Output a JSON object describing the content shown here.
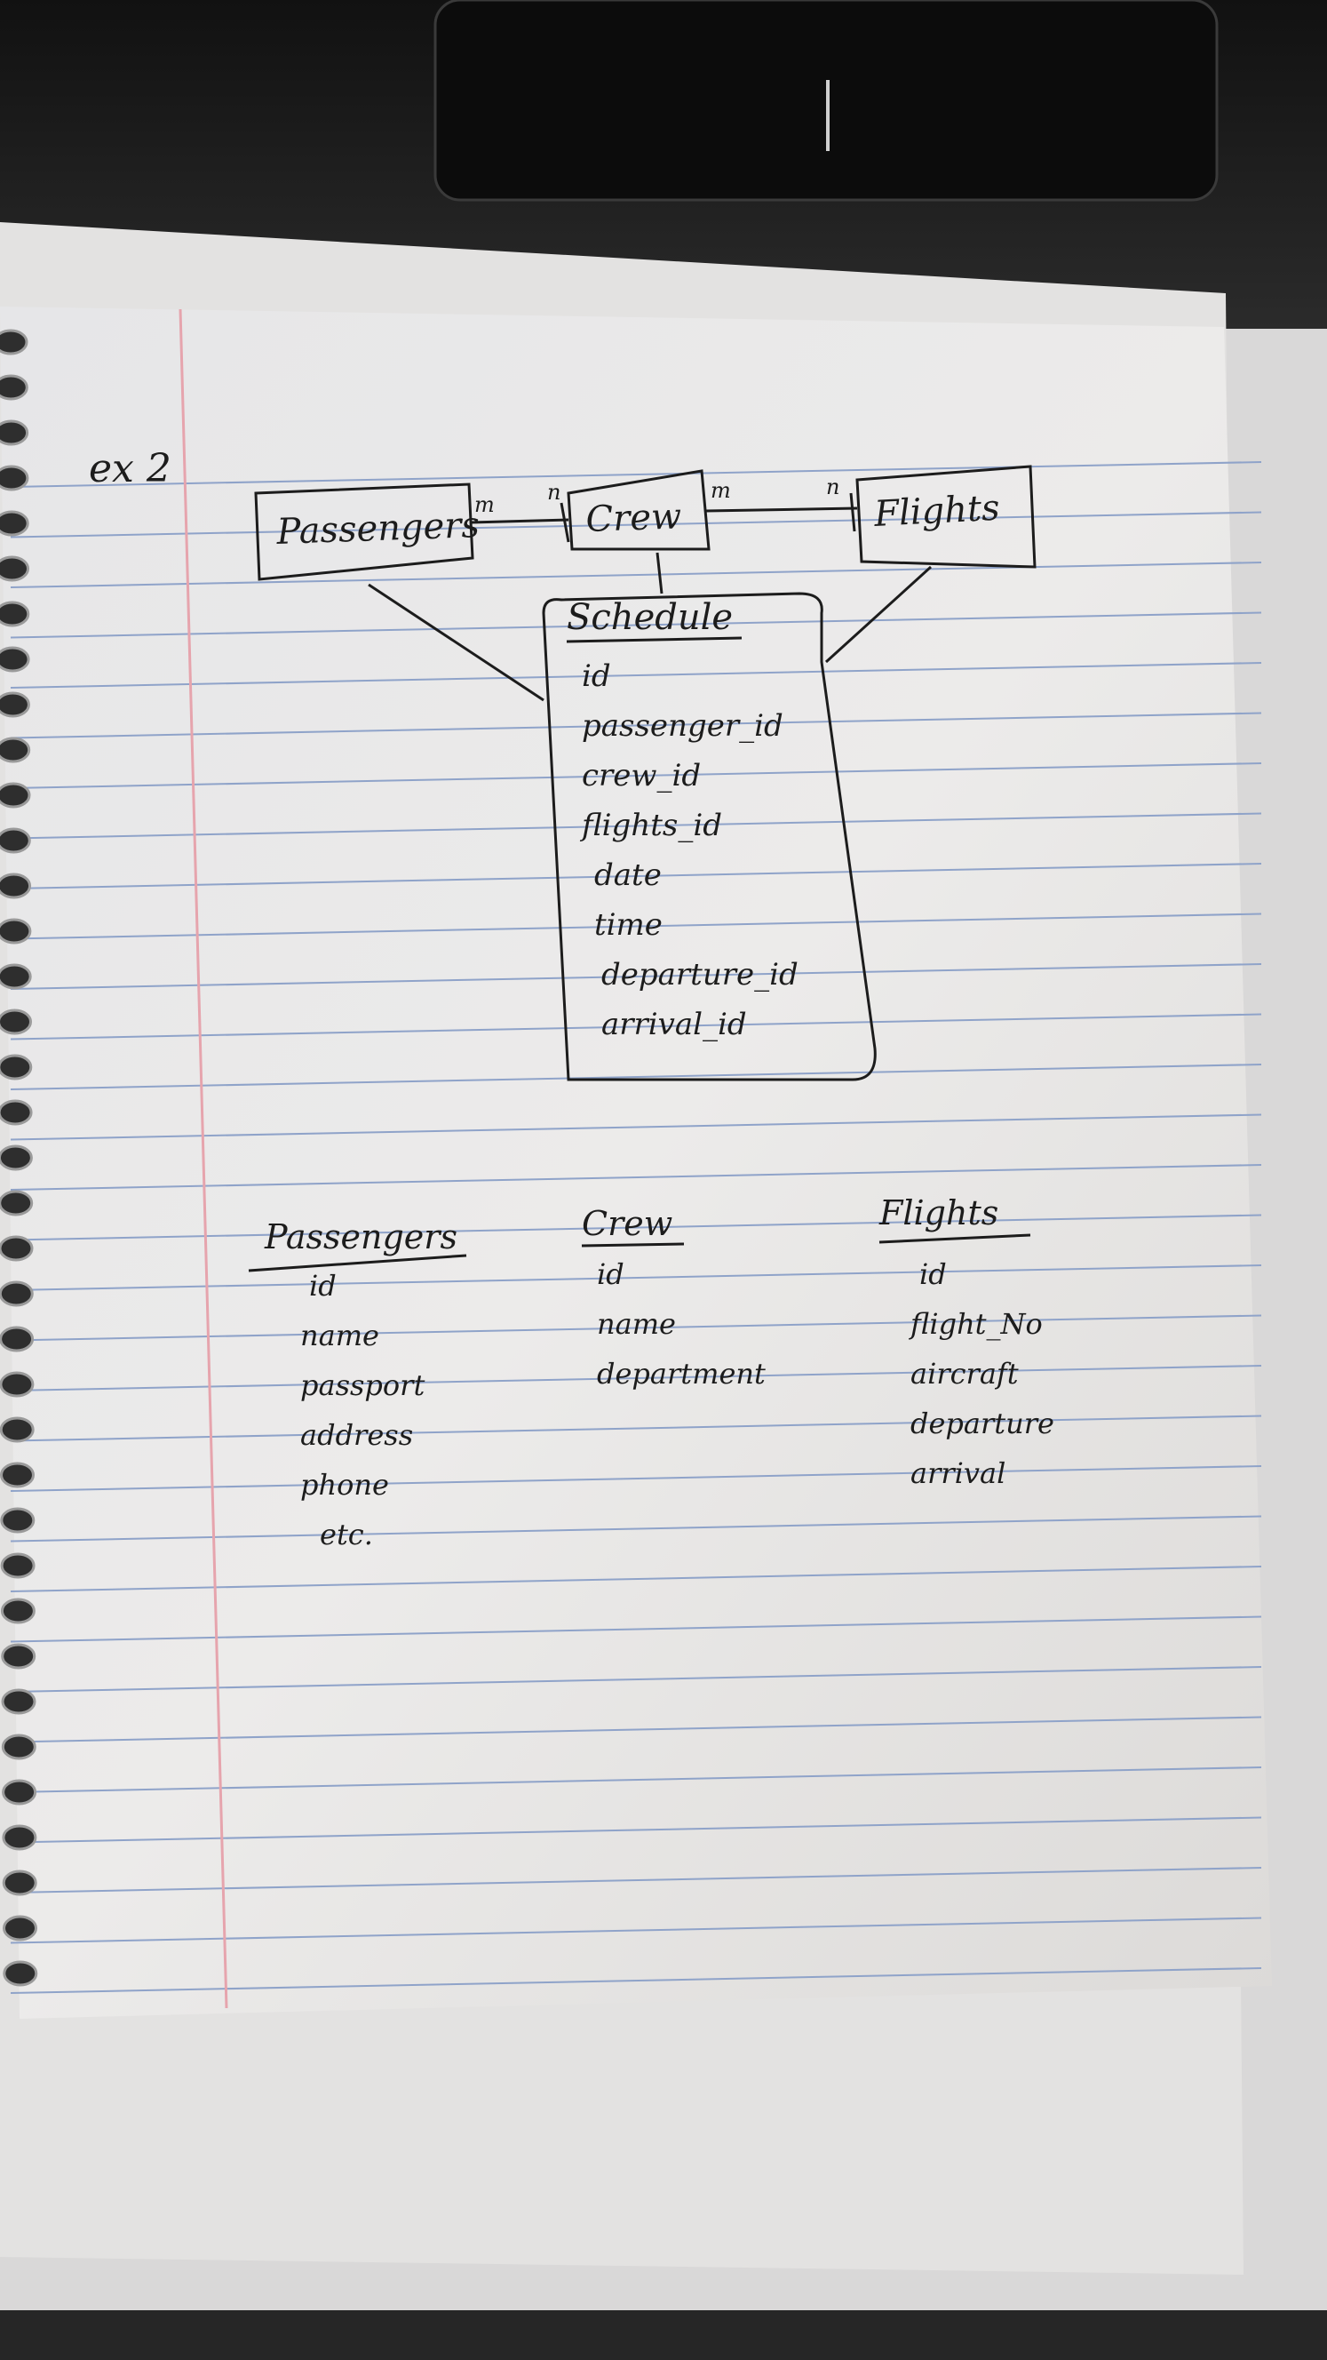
{
  "note_label": "ex 2",
  "diagram": {
    "entities": [
      {
        "id": "passengers",
        "label": "Passengers"
      },
      {
        "id": "crew",
        "label": "Crew"
      },
      {
        "id": "flights",
        "label": "Flights"
      }
    ],
    "relations": [
      {
        "from": "passengers",
        "to": "crew",
        "from_card": "m",
        "to_card": "n"
      },
      {
        "from": "crew",
        "to": "flights",
        "from_card": "m",
        "to_card": "n"
      }
    ],
    "join_table": {
      "title": "Schedule",
      "fields": [
        "id",
        "passenger_id",
        "crew_id",
        "flights_id",
        "date",
        "time",
        "departure_id",
        "arrival_id"
      ]
    }
  },
  "tables": [
    {
      "id": "passengers",
      "title": "Passengers",
      "fields": [
        "id",
        "name",
        "passport",
        "address",
        "phone",
        "etc."
      ]
    },
    {
      "id": "crew",
      "title": "Crew",
      "fields": [
        "id",
        "name",
        "department"
      ]
    },
    {
      "id": "flights",
      "title": "Flights",
      "fields": [
        "id",
        "flight_No",
        "aircraft",
        "departure",
        "arrival"
      ]
    }
  ],
  "colors": {
    "background_top": "#1a1a1a",
    "paper": "#ecebea",
    "rule_line": "#8fa3c9",
    "margin_line": "#e6a4ad",
    "ink": "#1c1c1c",
    "spiral": "#9a9a9a"
  }
}
